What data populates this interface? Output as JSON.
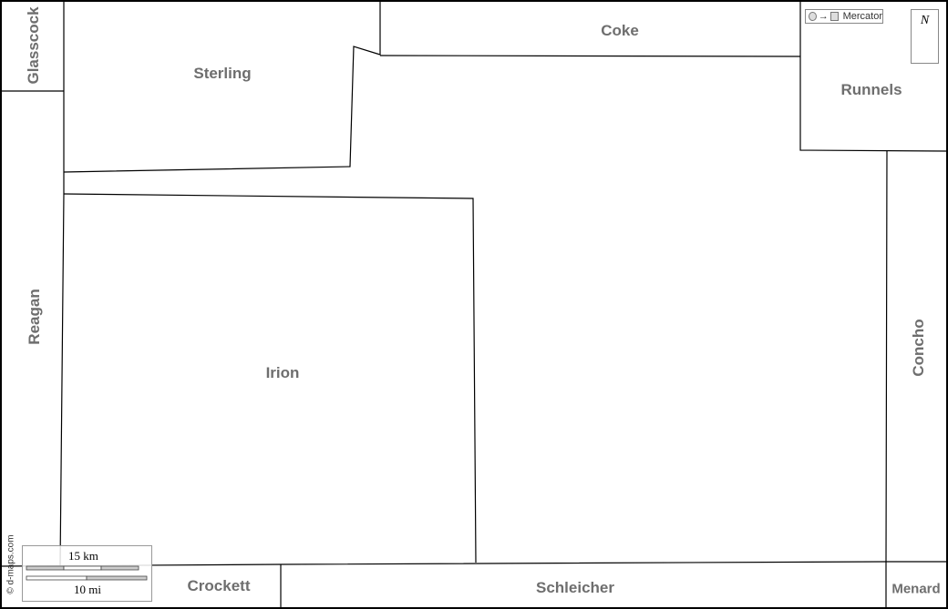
{
  "counties": {
    "glasscock": "Glasscock",
    "sterling": "Sterling",
    "coke": "Coke",
    "runnels": "Runnels",
    "reagan": "Reagan",
    "irion": "Irion",
    "concho": "Concho",
    "crockett": "Crockett",
    "schleicher": "Schleicher",
    "menard": "Menard"
  },
  "projection": "Mercator",
  "north_label": "N",
  "scale": {
    "km": "15 km",
    "mi": "10 mi"
  },
  "credit": "© d-maps.com"
}
